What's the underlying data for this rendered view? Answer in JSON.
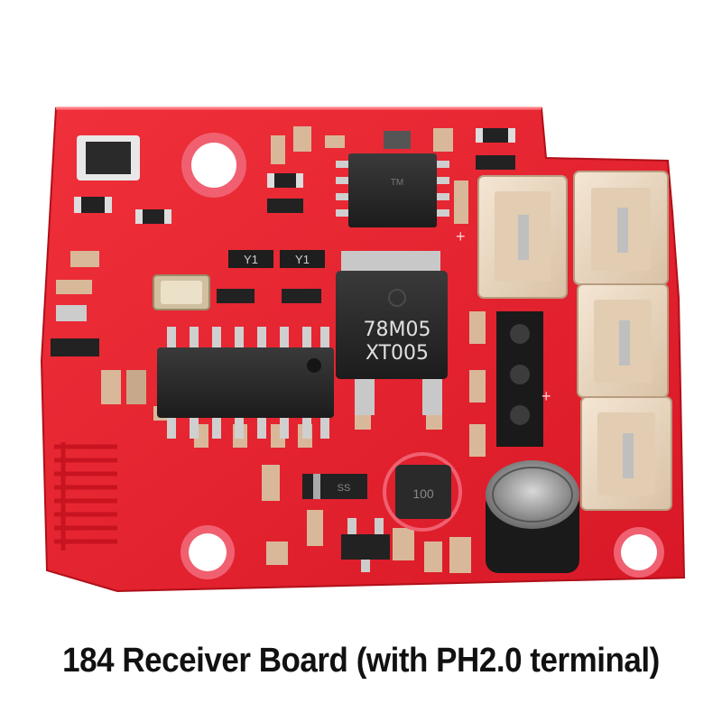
{
  "caption": "184 Receiver Board (with PH2.0 terminal)",
  "board": {
    "regulator_line1": "78M05",
    "regulator_line2": "XT005",
    "crystal_label_1": "Y1",
    "crystal_label_2": "Y1",
    "diode_marking": "SS",
    "inductor_marking": "100",
    "chip_marking": "",
    "pcb_color": "#e8202c",
    "connector_color": "#ecd9c3"
  }
}
